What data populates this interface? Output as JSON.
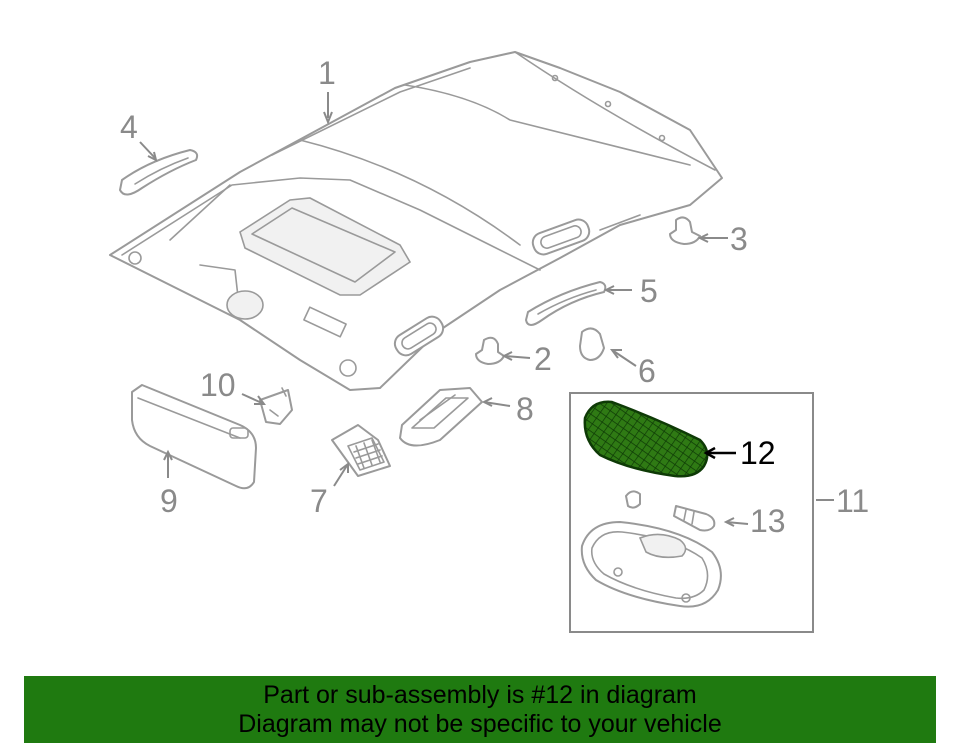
{
  "callouts": {
    "c1": "1",
    "c2": "2",
    "c3": "3",
    "c4": "4",
    "c5": "5",
    "c6": "6",
    "c7": "7",
    "c8": "8",
    "c9": "9",
    "c10": "10",
    "c11": "11",
    "c12": "12",
    "c13": "13"
  },
  "highlight_color": "#1f7a10",
  "banner": {
    "line1": "Part or sub-assembly is #12 in diagram",
    "line2": "Diagram may not be specific to your vehicle"
  }
}
